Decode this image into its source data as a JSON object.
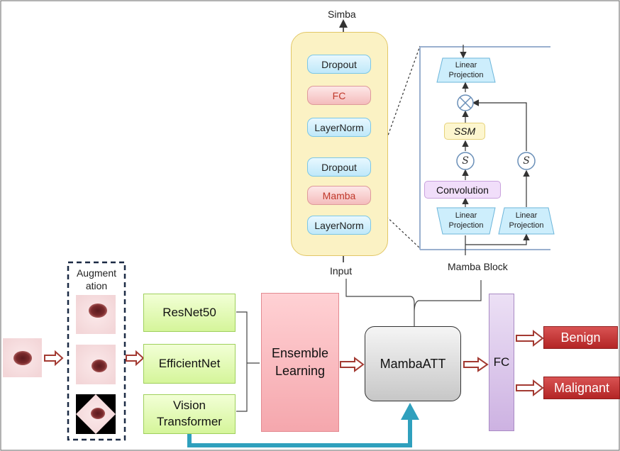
{
  "simba": {
    "title": "Simba",
    "input_label": "Input",
    "layers": [
      "Dropout",
      "FC",
      "LayerNorm",
      "Dropout",
      "Mamba",
      "LayerNorm"
    ]
  },
  "mamba_block": {
    "caption": "Mamba Block",
    "linear_projection": "Linear Projection",
    "ssm": "SSM",
    "convolution": "Convolution",
    "sigma": "S"
  },
  "augmentation": {
    "line1": "Augment",
    "line2": "ation"
  },
  "backbones": {
    "resnet": "ResNet50",
    "efficientnet": "EfficientNet",
    "vit_line1": "Vision",
    "vit_line2": "Transformer"
  },
  "ensemble": {
    "line1": "Ensemble",
    "line2": "Learning"
  },
  "mamba_att": "MambaATT",
  "fc": "FC",
  "outputs": {
    "benign": "Benign",
    "malignant": "Malignant"
  },
  "colors": {
    "arrow": "#a33a32",
    "teal_arrow": "#2fa0bd",
    "green_box": "#d5f59a",
    "ensemble_box": "#f5a7ad",
    "fc_box": "#cdb2e2",
    "output_box": "#c03232"
  }
}
